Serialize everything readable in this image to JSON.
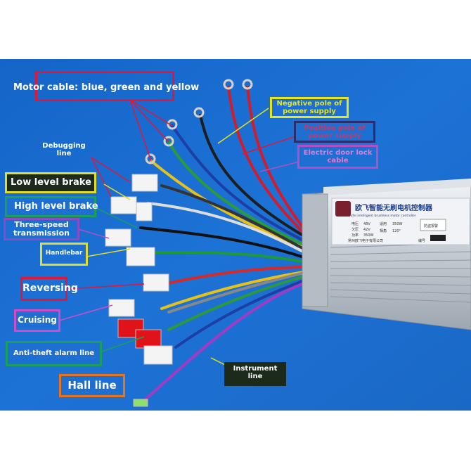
{
  "labels": {
    "motor_cable": "Motor cable: blue, green and yellow",
    "negative_pole": [
      "Negative pole of",
      "power supply"
    ],
    "positive_pole": [
      "Positive pole of",
      "power supply"
    ],
    "debugging_line": [
      "Debugging",
      "line"
    ],
    "electric_door_lock": [
      "Electric door lock",
      "cable"
    ],
    "low_level_brake": "Low level brake",
    "high_level_brake": "High level brake",
    "three_speed": [
      "Three-speed",
      "transmission"
    ],
    "handlebar": "Handlebar",
    "reversing": "Reversing",
    "cruising": "Cruising",
    "anti_theft": "Anti-theft alarm line",
    "instrument_line": [
      "Instrument",
      "line"
    ],
    "hall_line": "Hall line"
  },
  "controller": {
    "title": "欧飞智能无刷电机控制器",
    "subtitle": "Oufei intelligent brushless motor controller",
    "left_keys": [
      "电压",
      "欠压",
      "功率"
    ],
    "right_keys": [
      "适用",
      "相角"
    ],
    "values": [
      "48V",
      "42V",
      "350W"
    ],
    "right_values": [
      "350W",
      "120°"
    ],
    "badge": "防盗报警",
    "manufacturer": "常州欧飞电子有限公司",
    "number_label": "编号"
  },
  "colors": {
    "background": "#1d6fd2",
    "motor_frame": "#e0173a",
    "negative_frame": "#e8e417",
    "positive_frame": "#2a2e6e",
    "door_lock_frame": "#b24fc2",
    "low_brake_frame": "#e3dc2c",
    "high_brake_frame": "#1aa05a",
    "three_speed_frame": "#8a4bc4",
    "handlebar_frame": "#e3dc2c",
    "reversing_frame": "#e0173a",
    "cruising_frame": "#d04cc8",
    "anti_theft_frame": "#1aa05a",
    "hall_frame": "#e8741c"
  }
}
